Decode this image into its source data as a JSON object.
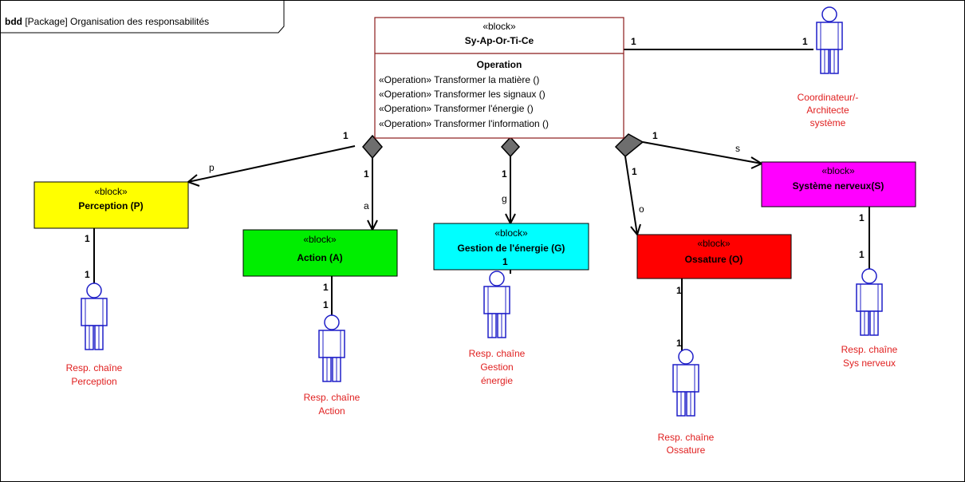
{
  "frame": {
    "keyword": "bdd",
    "title": "[Package] Organisation des responsabilités"
  },
  "colors": {
    "line": "#000000",
    "main_border": "#8b1a1a",
    "actor": "#1f1fc8",
    "actor_label": "#e02020",
    "diamond": "#6e6e6e",
    "perception": "#ffff00",
    "action": "#00ee00",
    "gestion": "#00ffff",
    "ossature": "#ff0000",
    "systeme": "#ff00ff"
  },
  "main_block": {
    "stereotype": "«block»",
    "name": "Sy-Ap-Or-Ti-Ce",
    "compartment_title": "Operation",
    "operations": [
      "«Operation» Transformer la matière ()",
      "«Operation» Transformer les signaux ()",
      "«Operation» Transformer l'énergie ()",
      "«Operation» Transformer l'information ()"
    ]
  },
  "blocks": {
    "perception": {
      "stereotype": "«block»",
      "name": "Perception (P)"
    },
    "action": {
      "stereotype": "«block»",
      "name": "Action (A)"
    },
    "gestion": {
      "stereotype": "«block»",
      "name": "Gestion de l'énergie (G)"
    },
    "ossature": {
      "stereotype": "«block»",
      "name": "Ossature (O)"
    },
    "systeme": {
      "stereotype": "«block»",
      "name": "Système nerveux(S)"
    }
  },
  "actors": {
    "coordinateur": {
      "lines": [
        "Coordinateur/-",
        "Architecte",
        "système"
      ]
    },
    "perception": {
      "lines": [
        "Resp. chaîne",
        "Perception"
      ]
    },
    "action": {
      "lines": [
        "Resp. chaîne",
        "Action"
      ]
    },
    "gestion": {
      "lines": [
        "Resp. chaîne",
        "Gestion",
        "énergie"
      ]
    },
    "ossature": {
      "lines": [
        "Resp. chaîne",
        "Ossature"
      ]
    },
    "systeme": {
      "lines": [
        "Resp. chaîne",
        "Sys nerveux"
      ]
    }
  },
  "compositions": {
    "perception": {
      "owner_mult": "1",
      "role": "p"
    },
    "action": {
      "part_mult": "1",
      "role": "a"
    },
    "gestion": {
      "part_mult": "1",
      "role": "g"
    },
    "ossature": {
      "part_mult": "1",
      "role": "o"
    },
    "systeme": {
      "owner_mult": "1",
      "role": "s"
    }
  },
  "associations": {
    "coordinateur": {
      "end1": "1",
      "end2": "1"
    },
    "perception": {
      "end1": "1",
      "end2": "1"
    },
    "action": {
      "end1": "1",
      "end2": "1"
    },
    "gestion": {
      "end1": "1"
    },
    "ossature": {
      "end1": "1",
      "end2": "1"
    },
    "systeme": {
      "end1": "1",
      "end2": "1"
    }
  }
}
